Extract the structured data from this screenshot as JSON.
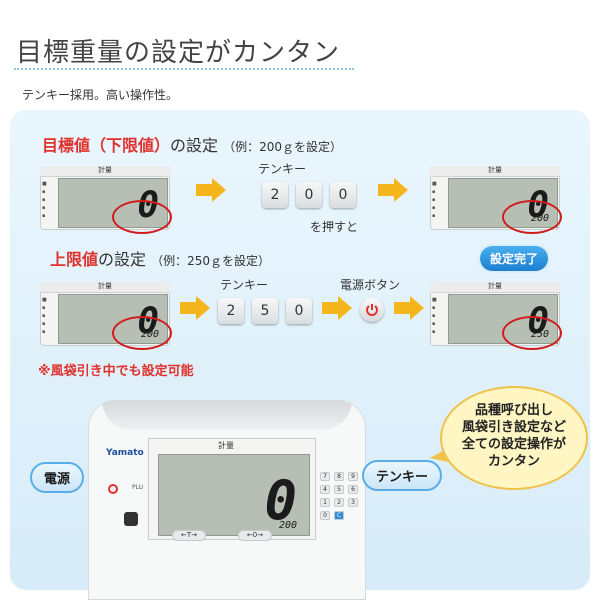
{
  "header": {
    "title": "目標重量の設定がカンタン",
    "subtitle": "テンキー採用。高い操作性。"
  },
  "section1": {
    "heading_red": "目標値（下限値）",
    "heading_rest": "の設定",
    "note": "（例：200ｇを設定）",
    "tenkey_label": "テンキー",
    "keys": [
      "2",
      "0",
      "0"
    ],
    "press_label": "を押すと",
    "display_before": {
      "main": "0",
      "sub": ""
    },
    "display_after": {
      "main": "0",
      "sub": "200"
    }
  },
  "section2": {
    "heading_red": "上限値",
    "heading_rest": "の設定",
    "note": "（例：250ｇを設定）",
    "tenkey_label": "テンキー",
    "keys": [
      "2",
      "5",
      "0"
    ],
    "power_label": "電源ボタン",
    "display_before": {
      "main": "0",
      "sub": "200"
    },
    "display_after": {
      "main": "0",
      "sub": "250"
    }
  },
  "done_badge": "設定完了",
  "lcd_header": "計量",
  "red_note": "※風袋引き中でも設定可能",
  "bubble_lines": [
    "品種呼び出し",
    "風袋引き設定など",
    "全ての設定操作が",
    "カンタン"
  ],
  "device": {
    "brand": "Yamato",
    "plu_label": "PLU",
    "display_main": "0",
    "display_sub": "200",
    "keypad": [
      "7",
      "8",
      "9",
      "4",
      "5",
      "6",
      "1",
      "2",
      "3",
      "0",
      "C"
    ],
    "btn_tare": "←T→",
    "btn_zero": "←0→",
    "power_tag": "電源",
    "tenkey_tag": "テンキー"
  },
  "colors": {
    "accent_red": "#e0312e",
    "arrow_yellow": "#f5b51c",
    "badge_blue": "#1c7fd0",
    "panel_bg": "#eaf6fd"
  }
}
